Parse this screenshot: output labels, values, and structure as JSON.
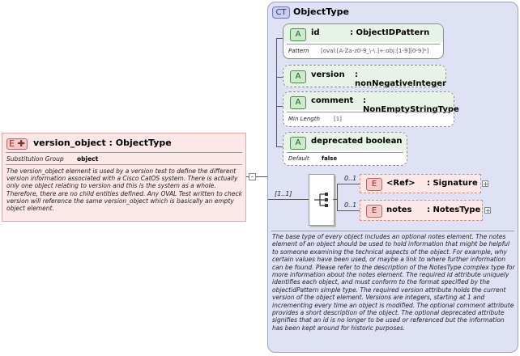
{
  "element": {
    "badge": "E",
    "name": "version_object : ObjectType",
    "substitution_label": "Substitution Group",
    "substitution_value": "object",
    "description": "The version_object element is used by a version test to define the different version information associated with a Cisco CatOS system. There is actually only one object relating to version and this is the system as a whole. Therefore, there are no child entities defined. Any OVAL Test written to check version will reference the same version_object which is basically an empty object element."
  },
  "complex_type": {
    "badge": "CT",
    "name": "ObjectType",
    "attributes": [
      {
        "badge": "A",
        "name": "id",
        "type": ": ObjectIDPattern",
        "facet_label": "Pattern",
        "facet_value": "[oval:[A-Za-z0-9_\\-\\.]+:obj:[1-9][0-9]*]"
      },
      {
        "badge": "A",
        "name": "version",
        "type": ": nonNegativeInteger"
      },
      {
        "badge": "A",
        "name": "comment",
        "type": ": NonEmptyStringType",
        "facet_label": "Min Length",
        "facet_value": "[1]"
      },
      {
        "badge": "A",
        "name": "deprecated",
        "type": ": boolean",
        "facet_label": "Default",
        "facet_value": "false"
      }
    ],
    "sequence_occurrence": "[1..1]",
    "children": [
      {
        "badge": "E",
        "name": "<Ref>",
        "type": ": Signature",
        "occurrence": "0..1"
      },
      {
        "badge": "E",
        "name": "notes",
        "type": ": NotesType",
        "occurrence": "0..1"
      }
    ],
    "description": "The base type of every object includes an optional notes element. The notes element of an object should be used to hold information that might be helpful to someone examining the technical aspects of the object. For example, why certain values have been used, or maybe a link to where further information can be found. Please refer to the description of the NotesType complex type for more information about the notes element. The required id attribute uniquely identifies each object, and must conform to the format specified by the objectidPattern simple type. The required version attribute holds the current version of the object element. Versions are integers, starting at 1 and incrementing every time an object is modified. The optional comment attribute provides a short description of the object. The optional deprecated attribute signifies that an id is no longer to be used or referenced but the information has been kept around for historic purposes."
  }
}
